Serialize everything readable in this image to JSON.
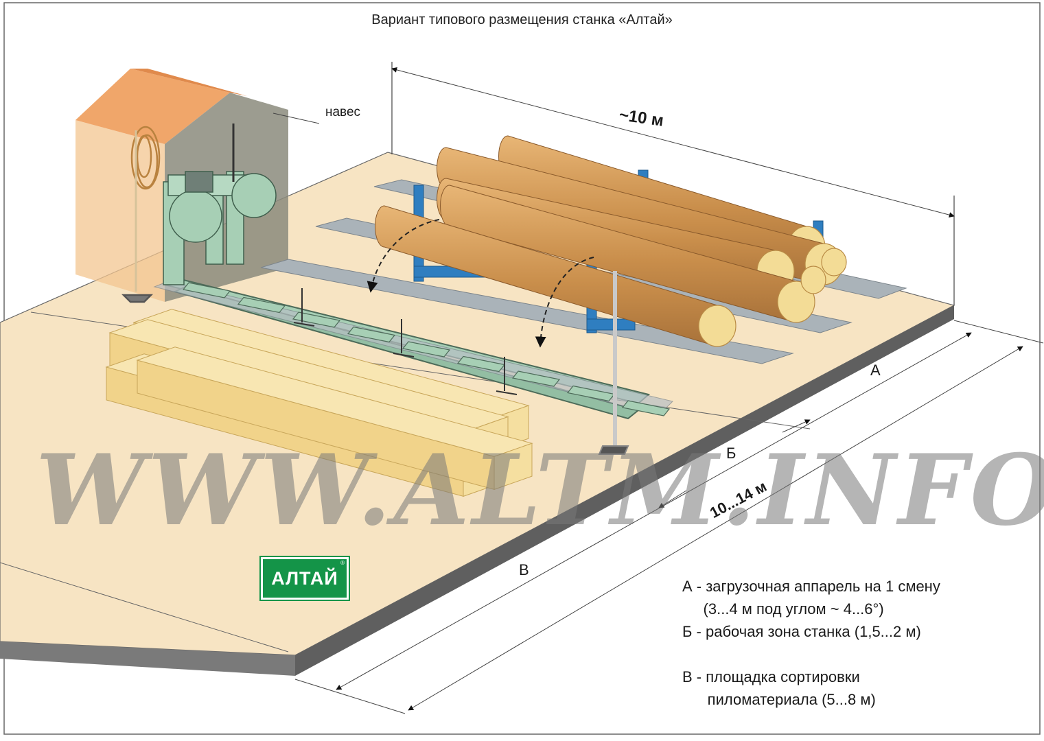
{
  "title": "Вариант типового размещения станка «Алтай»",
  "labels": {
    "canopy": "навес",
    "width_dim": "~10 м",
    "depth_dim": "10...14 м",
    "zone_a": "А",
    "zone_b": "Б",
    "zone_v": "В"
  },
  "legend": [
    "А - загрузочная аппарель на 1 смену",
    "     (3...4 м под углом ~ 4...6°)",
    "Б - рабочая зона станка (1,5...2 м)",
    "",
    "В - площадка сортировки",
    "      пиломатериала (5...8 м)"
  ],
  "watermark": "WWW.ALTM.INFO",
  "logo": "АЛТАЙ",
  "colors": {
    "platform_top": "#f7e4c3",
    "platform_side": "#5f5f5f",
    "log": "#d9a360",
    "log_end": "#f3dc96",
    "lumber": "#f4dea0",
    "rail": "#aab3b9",
    "machine": "#a7cfb5",
    "stand": "#2f7ec0",
    "canopy_roof": "#f0a66a",
    "canopy_wall": "#8b8b7c",
    "logo_bg": "#149448"
  }
}
